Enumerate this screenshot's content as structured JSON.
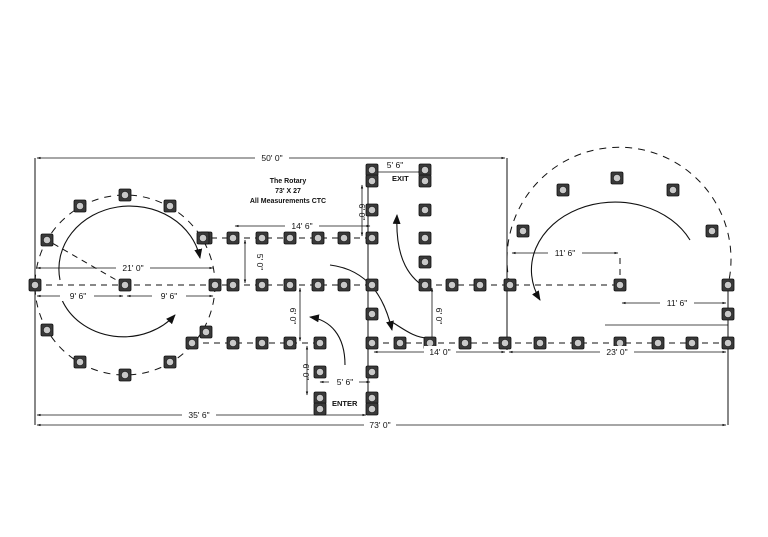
{
  "title": {
    "line1": "The Rotary",
    "line2": "73' X 27",
    "line3": "All Measurements CTC"
  },
  "labels": {
    "exit": "EXIT",
    "enter": "ENTER"
  },
  "dimensions": {
    "top_width": "50' 0\"",
    "overall_width": "73' 0\"",
    "left_to_center": "35' 6\"",
    "left_circle_diameter": "21' 0\"",
    "left_radius_left": "9' 6\"",
    "left_radius_right": "9' 6\"",
    "upper_row": "14' 6\"",
    "exit_gate": "5' 6\"",
    "enter_gate": "5' 6\"",
    "middle_row": "14' 0\"",
    "right_row": "23' 0\"",
    "right_radius_upper": "11' 6\"",
    "right_radius_lower": "11' 6\"",
    "vert_6_upper": "6' 0\"",
    "vert_5": "5' 0\"",
    "vert_6_middle": "6' 0\"",
    "vert_6_right": "6' 0\"",
    "vert_6_enter": "6' 0\""
  },
  "colors": {
    "line": "#111111",
    "cone_fill": "#3a3a3a",
    "cone_top": "#c9c9c9"
  }
}
